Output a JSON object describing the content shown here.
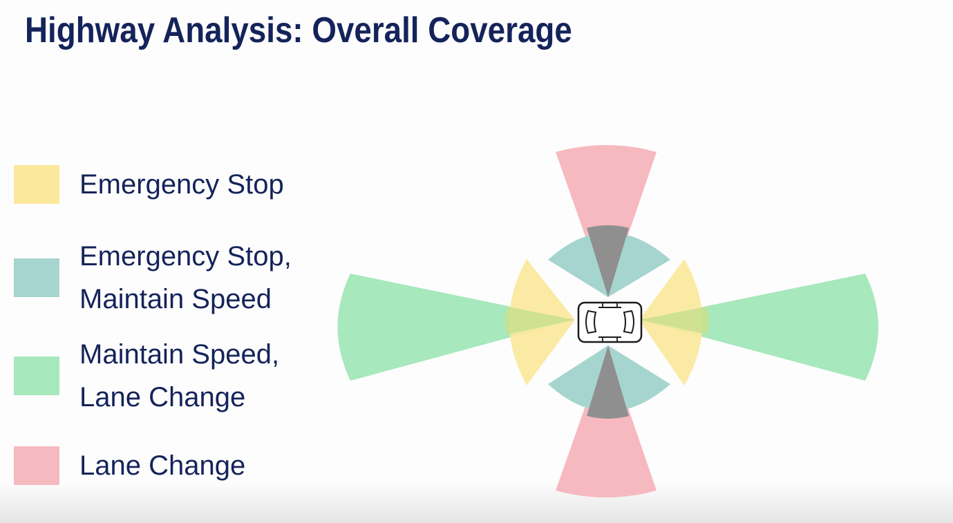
{
  "slide": {
    "title": "Highway Analysis: Overall Coverage"
  },
  "legend": [
    {
      "lines": [
        "Emergency Stop"
      ],
      "color": "#fbe89c"
    },
    {
      "lines": [
        "Emergency Stop,",
        "Maintain Speed"
      ],
      "color": "#a6d5cf"
    },
    {
      "lines": [
        "Maintain Speed,",
        "Lane Change"
      ],
      "color": "#a7e8bd"
    },
    {
      "lines": [
        "Lane Change"
      ],
      "color": "#f6b9c0"
    }
  ],
  "diagram": {
    "vehicle_icon": "car-top-view-icon",
    "overlap_color": "#8f8f8f",
    "sectors": [
      {
        "zone": "Lane Change",
        "direction": "front"
      },
      {
        "zone": "Lane Change",
        "direction": "rear"
      },
      {
        "zone": "Maintain Speed, Lane Change",
        "direction": "left"
      },
      {
        "zone": "Maintain Speed, Lane Change",
        "direction": "right"
      },
      {
        "zone": "Emergency Stop",
        "direction": "left"
      },
      {
        "zone": "Emergency Stop",
        "direction": "right"
      },
      {
        "zone": "Emergency Stop, Maintain Speed",
        "direction": "front"
      },
      {
        "zone": "Emergency Stop, Maintain Speed",
        "direction": "rear"
      }
    ]
  }
}
